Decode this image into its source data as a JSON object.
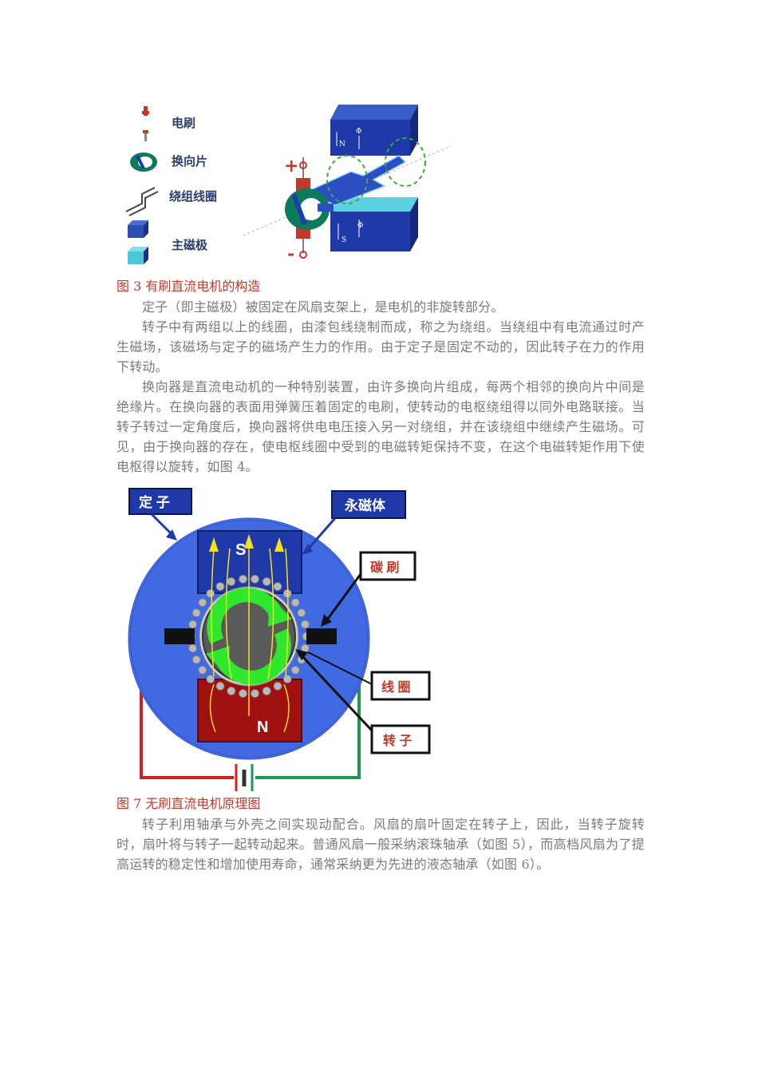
{
  "figure1": {
    "legend": [
      "电刷",
      "换向片",
      "绕组线圈",
      "主磁极"
    ],
    "plus_sign": "+",
    "minus_sign": "-",
    "pole_top_label": "N",
    "pole_bottom_label": "S",
    "flux_label": "Φ"
  },
  "caption1": "图 3 有刷直流电机的构造",
  "paragraphs_a": [
    "定子（即主磁极）被固定在风扇支架上，是电机的非旋转部分。",
    "转子中有两组以上的线圈，由漆包线绕制而成，称之为绕组。当绕组中有电流通过时产生磁场，该磁场与定子的磁场产生力的作用。由于定子是固定不动的，因此转子在力的作用下转动。",
    "换向器是直流电动机的一种特别装置，由许多换向片组成，每两个相邻的换向片中间是绝缘片。在换向器的表面用弹簧压着固定的电刷，使转动的电枢绕组得以同外电路联接。当转子转过一定角度后，换向器将供电电压接入另一对绕组，并在该绕组中继续产生磁场。可见，由于换向器的存在，使电枢线圈中受到的电磁转矩保持不变，在这个电磁转矩作用下使电枢得以旋转，如图 4。"
  ],
  "figure2": {
    "stator_label": "定 子",
    "magnet_label": "永磁体",
    "brush_label": "碳 刷",
    "coil_label": "线 圈",
    "rotor_label": "转 子",
    "pole_s": "S",
    "pole_n": "N"
  },
  "caption2": "图 7 无刷直流电机原理图",
  "paragraphs_b": [
    "转子利用轴承与外壳之间实现动配合。风扇的扇叶固定在转子上，因此，当转子旋转时，扇叶将与转子一起转动起来。普通风扇一般采纳滚珠轴承（如图 5），而高档风扇为了提高运转的稳定性和增加使用寿命，通常采纳更为先进的液态轴承（如图 6）。"
  ],
  "colors": {
    "caption": "#c0392b",
    "body_text": "#7a7a7a",
    "motor_blue": "#4169e1",
    "pole_s": "#1f3aa8",
    "pole_n": "#a01010",
    "rotor_green": "#2ee82e",
    "wire_red": "#d42020",
    "wire_green": "#1a9a4a"
  }
}
